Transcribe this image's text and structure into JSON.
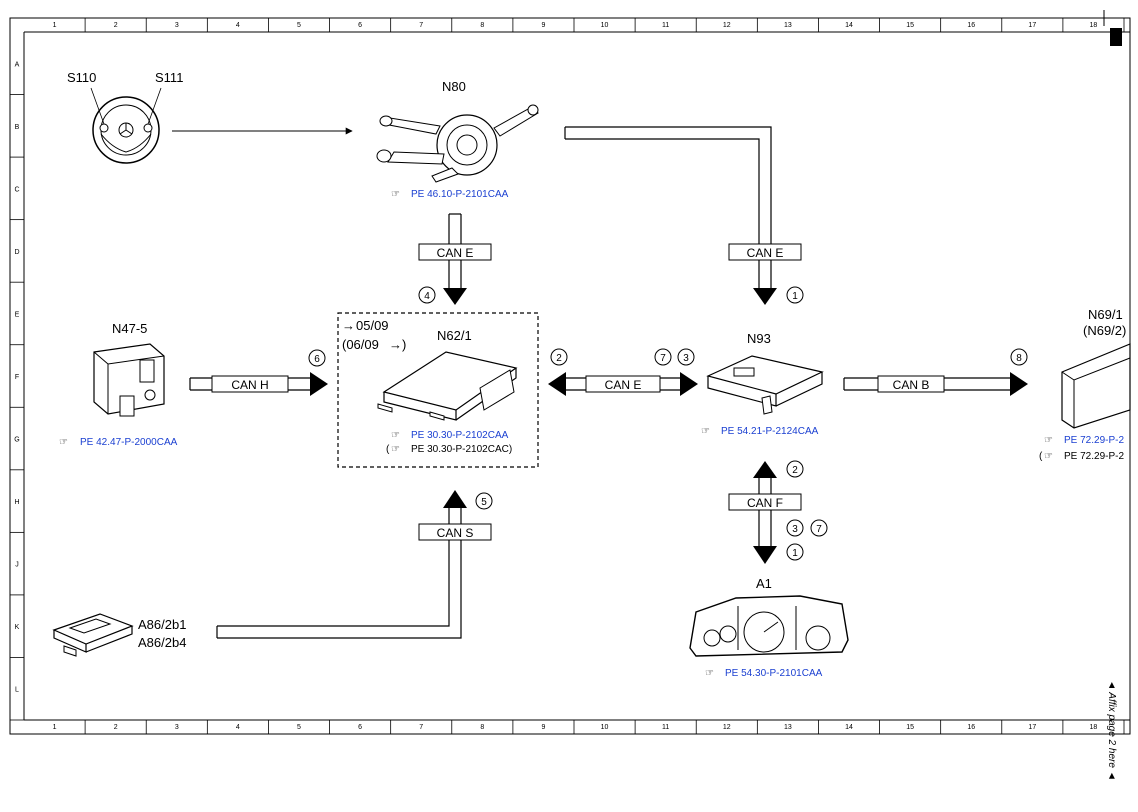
{
  "grid": {
    "columns": [
      "1",
      "2",
      "3",
      "4",
      "5",
      "6",
      "7",
      "8",
      "9",
      "10",
      "11",
      "12",
      "13",
      "14",
      "15",
      "16",
      "17",
      "18"
    ],
    "rows": [
      "A",
      "B",
      "C",
      "D",
      "E",
      "F",
      "G",
      "H",
      "J",
      "K",
      "L"
    ]
  },
  "components": {
    "s110": "S110",
    "s111": "S111",
    "n80": "N80",
    "n80_ref": "PE 46.10-P-2101CAA",
    "n47": "N47-5",
    "n47_ref": "PE 42.47-P-2000CAA",
    "n62_date1": "05/09",
    "n62_date2_open": "(06/09",
    "n62_date2_close": ")",
    "n62": "N62/1",
    "n62_ref": "PE 30.30-P-2102CAA",
    "n62_ref2": "PE 30.30-P-2102CAC)",
    "n62_ref2_open": "(",
    "n93": "N93",
    "n93_ref": "PE 54.21-P-2124CAA",
    "n69_a": "N69/1",
    "n69_b": "(N69/2)",
    "n69_ref": "PE 72.29-P-2",
    "n69_ref2": "PE 72.29-P-2",
    "n69_ref2_open": "(",
    "a86_a": "A86/2b1",
    "a86_b": "A86/2b4",
    "a1": "A1",
    "a1_ref": "PE 54.30-P-2101CAA"
  },
  "buses": {
    "can_e_left": "CAN E",
    "can_e_right": "CAN E",
    "can_h": "CAN H",
    "can_e_mid": "CAN E",
    "can_b": "CAN B",
    "can_f": "CAN F",
    "can_s": "CAN S"
  },
  "markers": {
    "m4": "4",
    "m1_top": "1",
    "m6": "6",
    "m2_left": "2",
    "m7_mid": "7",
    "m3_mid": "3",
    "m8": "8",
    "m2_low": "2",
    "m3_low": "3",
    "m7_low": "7",
    "m1_low": "1",
    "m5": "5"
  },
  "side_note": "◄ Affix page 2 here ◄",
  "colors": {
    "reference_link": "#1a3fd1",
    "lines": "#000000"
  }
}
